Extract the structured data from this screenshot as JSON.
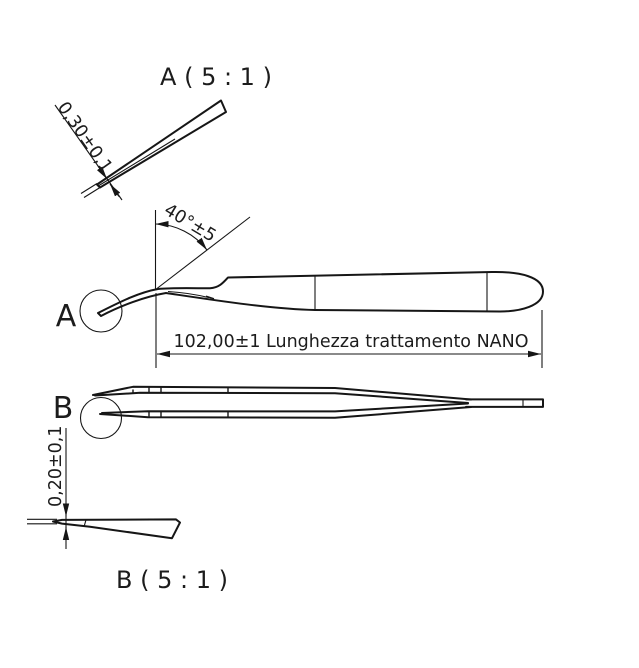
{
  "colors": {
    "background": "#ffffff",
    "line": "#161616",
    "text": "#1c1c1c"
  },
  "detail_a": {
    "title": "A ( 5 : 1 )",
    "thickness_dim": "0,30±0,1"
  },
  "side_view": {
    "marker": "A",
    "angle_dim": "40°±5",
    "length_dim": "102,00±1 Lunghezza trattamento NANO"
  },
  "top_view": {
    "marker": "B"
  },
  "detail_b": {
    "title": "B ( 5 : 1 )",
    "thickness_dim": "0,20±0,1"
  }
}
